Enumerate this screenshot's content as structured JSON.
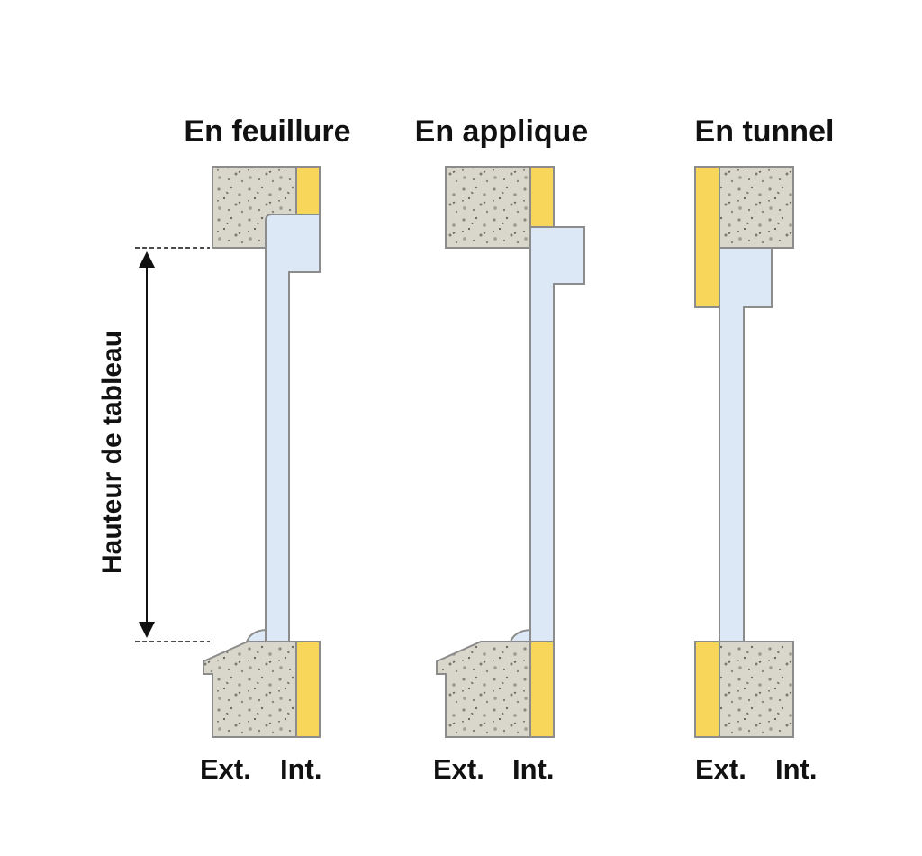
{
  "colors": {
    "masonry": "#d9d7cb",
    "insulation": "#f7d65a",
    "frame": "#dce8f5",
    "outline": "#8c8c8c",
    "dimension": "#111111"
  },
  "dimension": {
    "label": "Hauteur de tableau"
  },
  "panels": [
    {
      "title": "En feuillure",
      "ext_label": "Ext.",
      "int_label": "Int."
    },
    {
      "title": "En applique",
      "ext_label": "Ext.",
      "int_label": "Int."
    },
    {
      "title": "En tunnel",
      "ext_label": "Ext.",
      "int_label": "Int."
    }
  ]
}
